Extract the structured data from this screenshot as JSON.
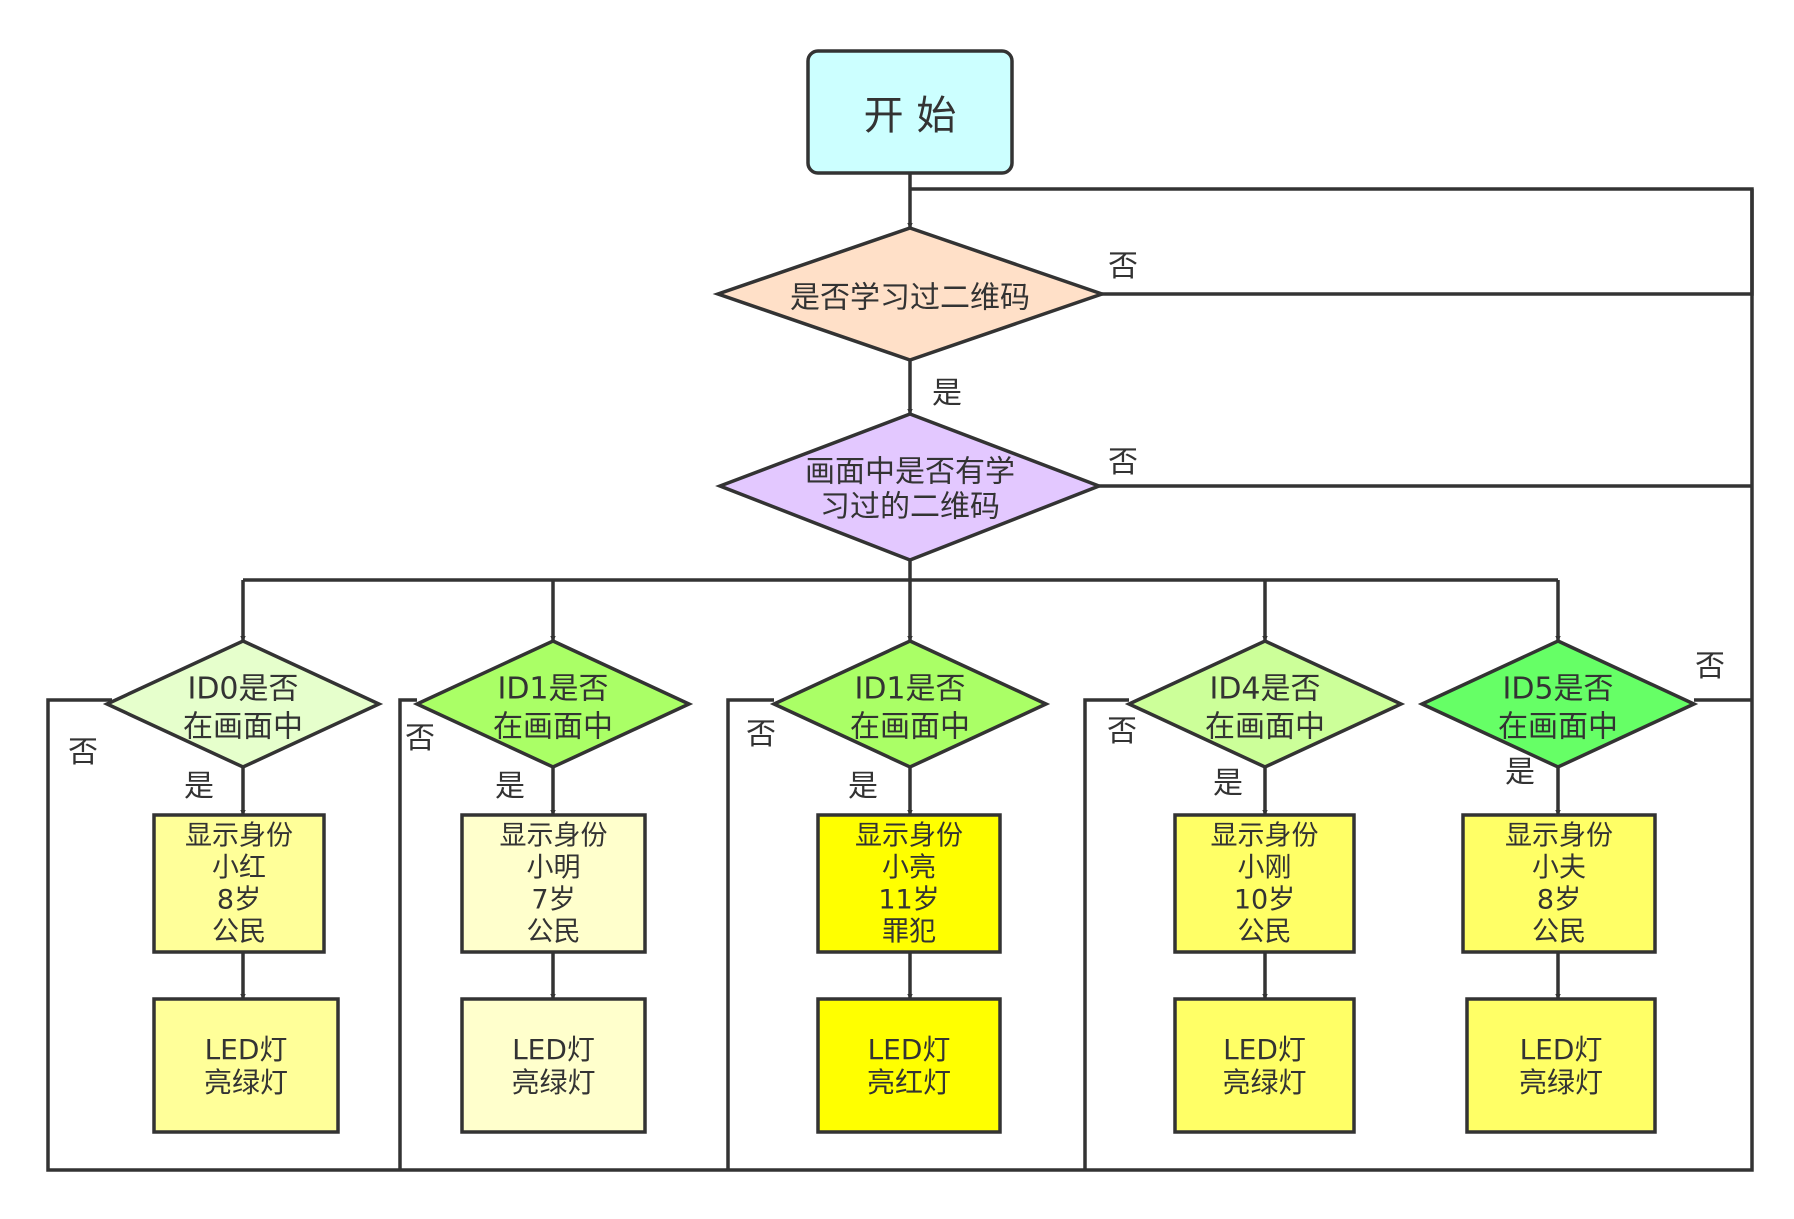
{
  "start": {
    "label": "开 始",
    "fill": "#ccffff"
  },
  "decision_learned": {
    "label": "是否学习过二维码",
    "fill": "#ffe0c8",
    "no_label": "否",
    "yes_label": "是"
  },
  "decision_in_frame": {
    "lines": [
      "画面中是否有学",
      "习过的二维码"
    ],
    "fill": "#e3c8ff",
    "no_label": "否"
  },
  "branches": [
    {
      "decision_lines": [
        "ID0是否",
        "在画面中"
      ],
      "decision_fill": "#e6ffcc",
      "yes_label": "是",
      "no_label": "否",
      "info_lines": [
        "显示身份",
        "小红",
        "8岁",
        "公民"
      ],
      "info_fill": "#ffff99",
      "led_lines": [
        "LED灯",
        "亮绿灯"
      ],
      "led_fill": "#ffff99"
    },
    {
      "decision_lines": [
        "ID1是否",
        "在画面中"
      ],
      "decision_fill": "#aaff66",
      "yes_label": "是",
      "no_label": "否",
      "info_lines": [
        "显示身份",
        "小明",
        "7岁",
        "公民"
      ],
      "info_fill": "#ffffcc",
      "led_lines": [
        "LED灯",
        "亮绿灯"
      ],
      "led_fill": "#ffffcc"
    },
    {
      "decision_lines": [
        "ID1是否",
        "在画面中"
      ],
      "decision_fill": "#aaff66",
      "yes_label": "是",
      "no_label": "否",
      "info_lines": [
        "显示身份",
        "小亮",
        "11岁",
        "罪犯"
      ],
      "info_fill": "#ffff00",
      "led_lines": [
        "LED灯",
        "亮红灯"
      ],
      "led_fill": "#ffff00"
    },
    {
      "decision_lines": [
        "ID4是否",
        "在画面中"
      ],
      "decision_fill": "#ccff99",
      "yes_label": "是",
      "no_label": "否",
      "info_lines": [
        "显示身份",
        "小刚",
        "10岁",
        "公民"
      ],
      "info_fill": "#ffff66",
      "led_lines": [
        "LED灯",
        "亮绿灯"
      ],
      "led_fill": "#ffff66"
    },
    {
      "decision_lines": [
        "ID5是否",
        "在画面中"
      ],
      "decision_fill": "#66ff66",
      "yes_label": "是",
      "no_label": "否",
      "info_lines": [
        "显示身份",
        "小夫",
        "8岁",
        "公民"
      ],
      "info_fill": "#ffff66",
      "led_lines": [
        "LED灯",
        "亮绿灯"
      ],
      "led_fill": "#ffff66"
    }
  ]
}
